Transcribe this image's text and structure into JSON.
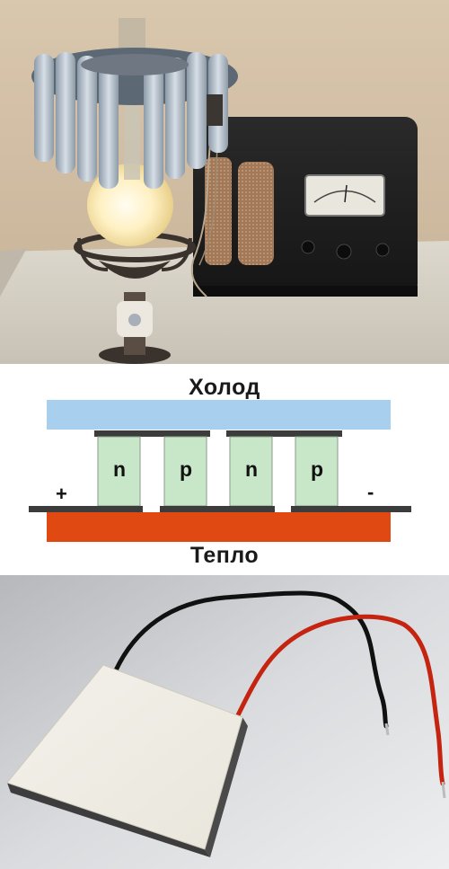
{
  "diagram": {
    "top_label": "Холод",
    "bottom_label": "Тепло",
    "legs": [
      "n",
      "p",
      "n",
      "p"
    ],
    "plus_terminal": "+",
    "minus_terminal": "-",
    "cold_plate_color": "#a9cfee",
    "hot_plate_color": "#e04a12",
    "leg_color": "#c8e7c8",
    "conductor_color": "#3c3c3c"
  }
}
